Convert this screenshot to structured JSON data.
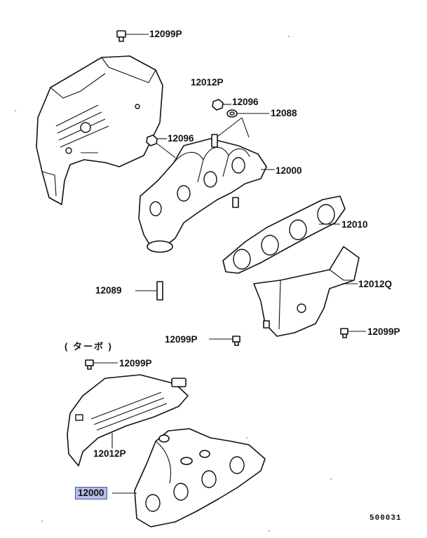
{
  "diagram": {
    "turbo_note": "( ターボ )",
    "catalog_number": "500031",
    "callouts": [
      {
        "id": "c1",
        "label": "12099P",
        "highlight": false
      },
      {
        "id": "c2",
        "label": "12012P",
        "highlight": false
      },
      {
        "id": "c3",
        "label": "12096",
        "highlight": false
      },
      {
        "id": "c4",
        "label": "12088",
        "highlight": false
      },
      {
        "id": "c5",
        "label": "12096",
        "highlight": false
      },
      {
        "id": "c6",
        "label": "12000",
        "highlight": false
      },
      {
        "id": "c7",
        "label": "12010",
        "highlight": false
      },
      {
        "id": "c8",
        "label": "12012Q",
        "highlight": false
      },
      {
        "id": "c9",
        "label": "12089",
        "highlight": false
      },
      {
        "id": "c10",
        "label": "12099P",
        "highlight": false
      },
      {
        "id": "c11",
        "label": "12099P",
        "highlight": false
      },
      {
        "id": "c12",
        "label": "12099P",
        "highlight": false
      },
      {
        "id": "c13",
        "label": "12012P",
        "highlight": false
      },
      {
        "id": "c14",
        "label": "12000",
        "highlight": true
      }
    ],
    "highlight_color": "#b7bde6"
  }
}
